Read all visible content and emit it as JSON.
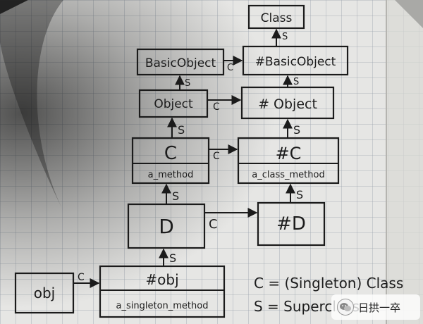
{
  "nodes": {
    "class": {
      "label": "Class"
    },
    "basic_object": {
      "label": "BasicObject"
    },
    "meta_basic_object": {
      "label": "#BasicObject"
    },
    "object": {
      "label": "Object"
    },
    "meta_object": {
      "label": "# Object"
    },
    "c": {
      "label": "C",
      "method": "a_method"
    },
    "meta_c": {
      "label": "#C",
      "method": "a_class_method"
    },
    "d": {
      "label": "D"
    },
    "meta_d": {
      "label": "#D"
    },
    "obj": {
      "label": "obj"
    },
    "meta_obj": {
      "label": "#obj",
      "method": "a_singleton_method"
    }
  },
  "edges": {
    "superclass_label": "S",
    "class_label": "C"
  },
  "legend": {
    "class_line": "C = (Singleton) Class",
    "super_line": "S = Superclass"
  },
  "watermark": {
    "text": "日拱一卒",
    "icon": "wechat-icon"
  },
  "colors": {
    "paper": "#e6e6e4",
    "grid": "#9aa3ad",
    "ink": "#1b1b1b"
  }
}
